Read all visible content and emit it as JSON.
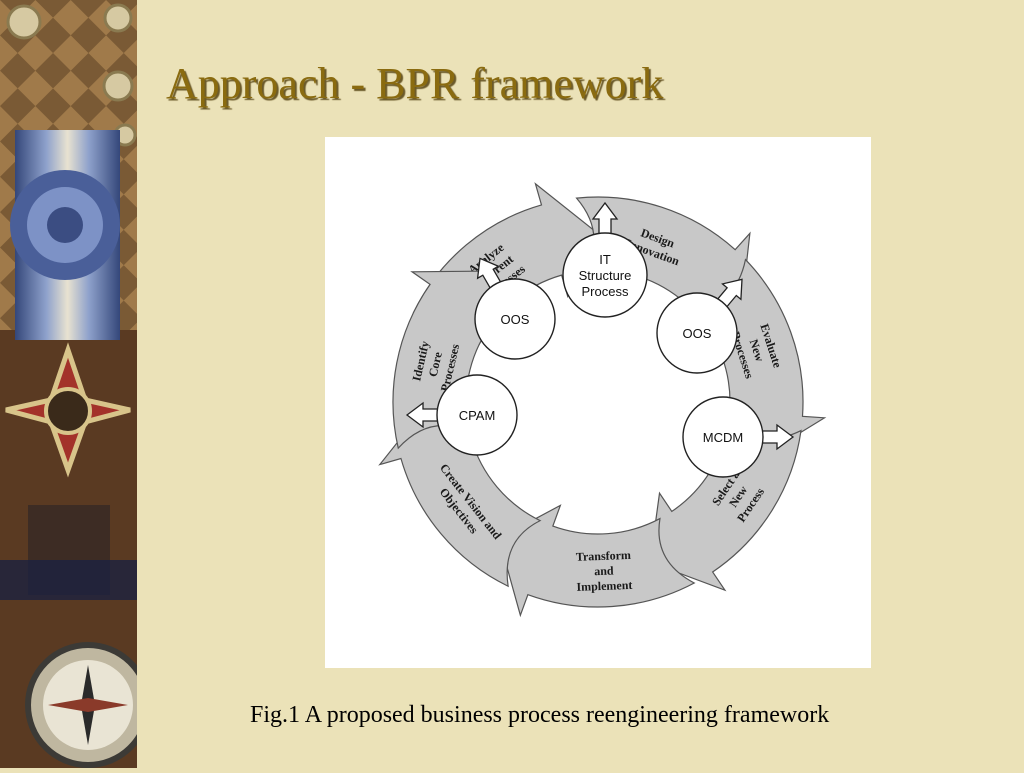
{
  "slide": {
    "title": "Approach - BPR framework",
    "caption": "Fig.1 A proposed business process reengineering framework"
  },
  "sidebar": {
    "decoration": [
      "medal-icon",
      "blue-ribbon-icon",
      "cross-medal-icon",
      "compass-icon",
      "checker-pattern"
    ]
  },
  "diagram": {
    "stages": [
      {
        "id": "analyze",
        "lines": [
          "Analyze",
          "Current",
          "Processes"
        ]
      },
      {
        "id": "design",
        "lines": [
          "Design",
          "Innovation"
        ]
      },
      {
        "id": "evaluate",
        "lines": [
          "Evaluate",
          "New",
          "Processes"
        ]
      },
      {
        "id": "select",
        "lines": [
          "Select a",
          "New",
          "Process"
        ]
      },
      {
        "id": "transform",
        "lines": [
          "Transform",
          "and",
          "Implement"
        ]
      },
      {
        "id": "create",
        "lines": [
          "Create Vision  and",
          "Objectives"
        ]
      },
      {
        "id": "identify",
        "lines": [
          "Identify",
          "Core",
          "Processes"
        ]
      }
    ],
    "tools": [
      {
        "id": "oos-1",
        "lines": [
          "OOS"
        ]
      },
      {
        "id": "it",
        "lines": [
          "IT",
          "Structure",
          "Process"
        ]
      },
      {
        "id": "oos-2",
        "lines": [
          "OOS"
        ]
      },
      {
        "id": "mcdm",
        "lines": [
          "MCDM"
        ]
      },
      {
        "id": "cpam",
        "lines": [
          "CPAM"
        ]
      }
    ],
    "colors": {
      "arrow_fill": "#c8c8c8",
      "arrow_stroke": "#555555",
      "text": "#1a1a1a"
    }
  }
}
